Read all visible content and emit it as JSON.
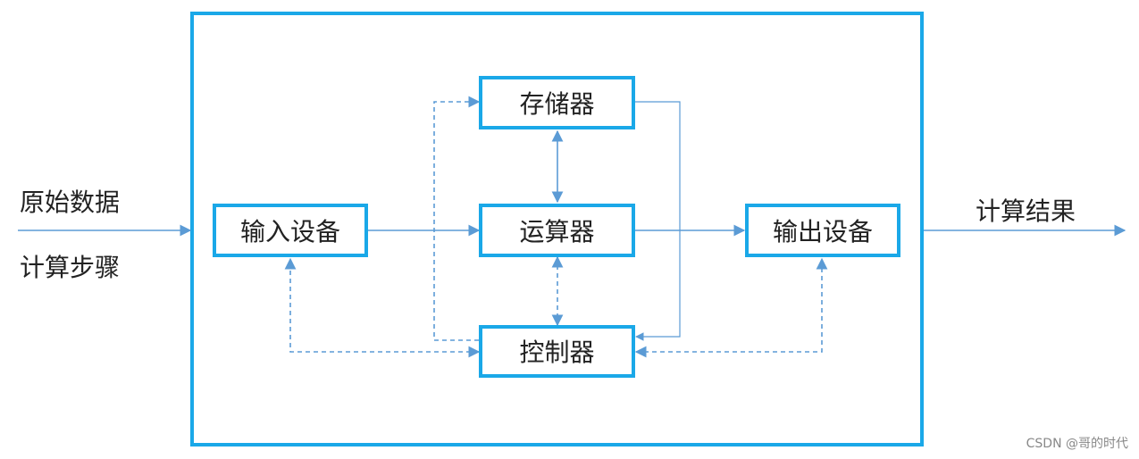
{
  "labels": {
    "input_data": "原始数据",
    "calc_steps": "计算步骤",
    "result": "计算结果"
  },
  "nodes": {
    "memory": "存储器",
    "alu": "运算器",
    "control": "控制器",
    "input_device": "输入设备",
    "output_device": "输出设备"
  },
  "watermark": "CSDN @哥的时代",
  "colors": {
    "frame": "#1aa8e8",
    "box_border": "#1aa8e8",
    "arrow": "#5b9bd5",
    "text": "#222222",
    "watermark": "#888888"
  }
}
